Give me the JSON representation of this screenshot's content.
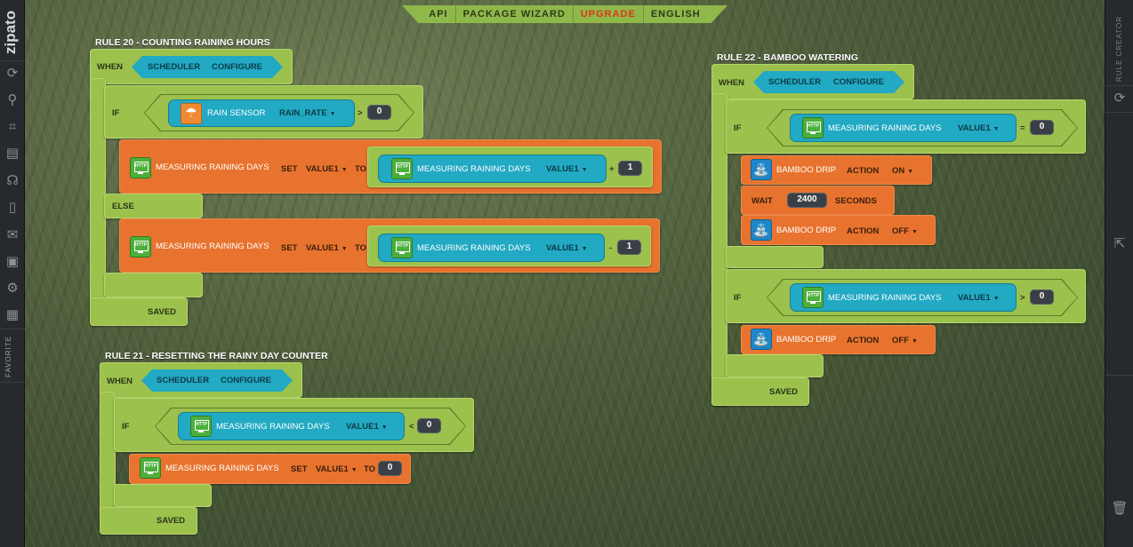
{
  "sidebar": {
    "logo": "zipato",
    "favorite_label": "FAVORITE",
    "icons": [
      "refresh-icon",
      "search-icon",
      "crop-icon",
      "film-icon",
      "scene-icon",
      "tablet-icon",
      "inbox-icon",
      "box-icon",
      "gear-icon",
      "clipboard-icon"
    ]
  },
  "right_sidebar": {
    "title": "RULE CREATOR",
    "icons": [
      "refresh-icon",
      "external-link-icon",
      "trash-icon"
    ]
  },
  "top_menu": {
    "items": [
      "API",
      "PACKAGE WIZARD",
      "UPGRADE",
      "ENGLISH"
    ],
    "highlight_color": "#e0341c"
  },
  "colors": {
    "logic_block": "#9cc14d",
    "action_block": "#e7732e",
    "device_block": "#22a9c3"
  },
  "rule20": {
    "title": "RULE 20 - COUNTING RAINING HOURS",
    "when": "WHEN",
    "scheduler": "SCHEDULER",
    "configure": "CONFIGURE",
    "if": "IF",
    "sensor_name": "RAIN SENSOR",
    "sensor_attr": "RAIN_RATE",
    "op": ">",
    "value": "0",
    "var_name": "MEASURING RAINING DAYS",
    "set": "SET",
    "value1": "VALUE1",
    "to": "TO",
    "plus": "+",
    "minus": "-",
    "one": "1",
    "else": "ELSE",
    "saved": "SAVED"
  },
  "rule21": {
    "title": "RULE 21 - RESETTING THE RAINY DAY COUNTER",
    "when": "WHEN",
    "scheduler": "SCHEDULER",
    "configure": "CONFIGURE",
    "if": "IF",
    "var_name": "MEASURING RAINING DAYS",
    "value1": "VALUE1",
    "op": "<",
    "value": "0",
    "set": "SET",
    "to": "TO",
    "set_value": "0",
    "saved": "SAVED"
  },
  "rule22": {
    "title": "RULE 22 - BAMBOO WATERING",
    "when": "WHEN",
    "scheduler": "SCHEDULER",
    "configure": "CONFIGURE",
    "if": "IF",
    "var_name": "MEASURING RAINING DAYS",
    "value1": "VALUE1",
    "op_eq": "=",
    "op_gt": ">",
    "value": "0",
    "device": "BAMBOO DRIP",
    "action": "ACTION",
    "on": "ON",
    "off": "OFF",
    "wait": "WAIT",
    "wait_value": "2400",
    "seconds": "SECONDS",
    "saved": "SAVED"
  }
}
